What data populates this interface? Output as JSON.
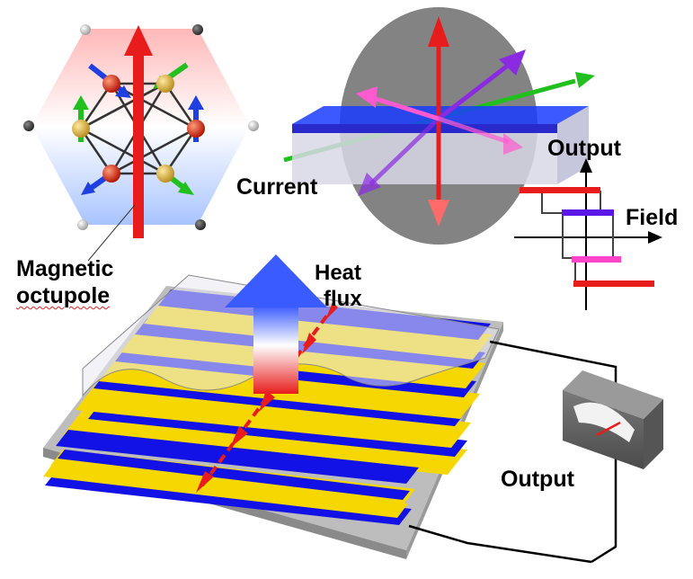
{
  "labels": {
    "magnetic_line1": "Magnetic",
    "magnetic_line2": "octupole",
    "current": "Current",
    "output_top": "Output",
    "field": "Field",
    "heat_line1": "Heat",
    "heat_line2": "flux",
    "output_bottom": "Output"
  },
  "colors": {
    "spin_red": "#e81c1c",
    "spin_blue": "#1f3fe0",
    "spin_green": "#22c01f",
    "spin_violet": "#8a2be2",
    "spin_pink": "#ff5ad0",
    "stripe_blue": "#1212e6",
    "stripe_gold": "#f6d800",
    "wire": "#000000",
    "substrate": "#b0b0b0"
  },
  "icons": [
    "hexagon-lattice",
    "spin-arrow",
    "voltmeter-icon",
    "hysteresis-loop"
  ]
}
